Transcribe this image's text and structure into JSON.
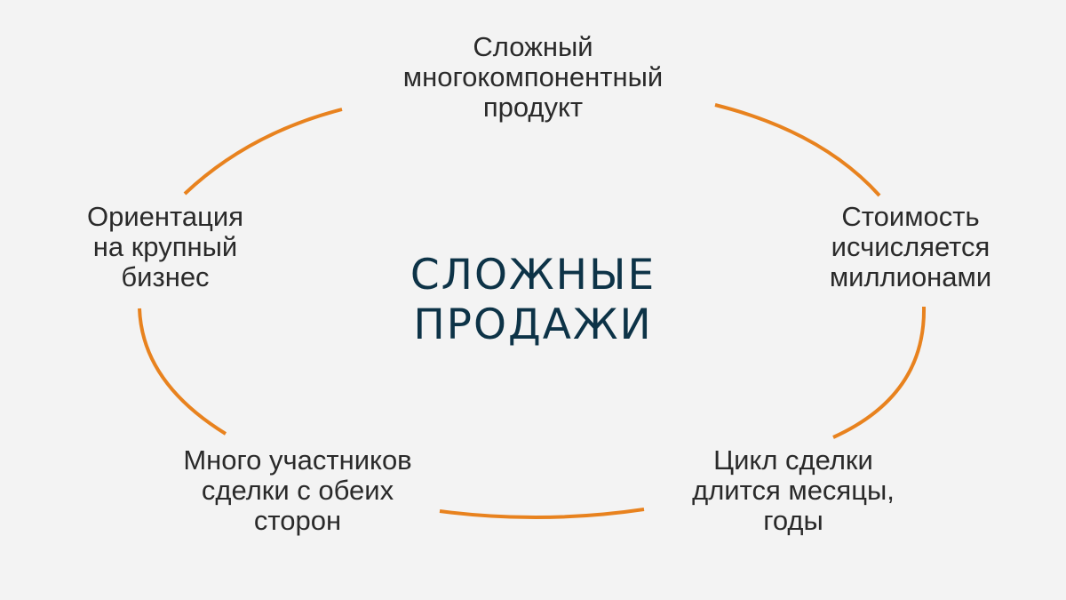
{
  "title": [
    "СЛОЖНЫЕ",
    "ПРОДАЖИ"
  ],
  "colors": {
    "accent": "#e8821e",
    "title": "#0d3347",
    "text": "#2a2a2a",
    "background": "#f3f3f3"
  },
  "nodes": {
    "top": [
      "Сложный",
      "многокомпонентный",
      "продукт"
    ],
    "right": [
      "Стоимость",
      "исчисляется",
      "миллионами"
    ],
    "bottom_right": [
      "Цикл сделки",
      "длится месяцы,",
      "годы"
    ],
    "bottom_left": [
      "Много участников",
      "сделки с обеих",
      "сторон"
    ],
    "left": [
      "Ориентация",
      "на крупный",
      "бизнес"
    ]
  }
}
